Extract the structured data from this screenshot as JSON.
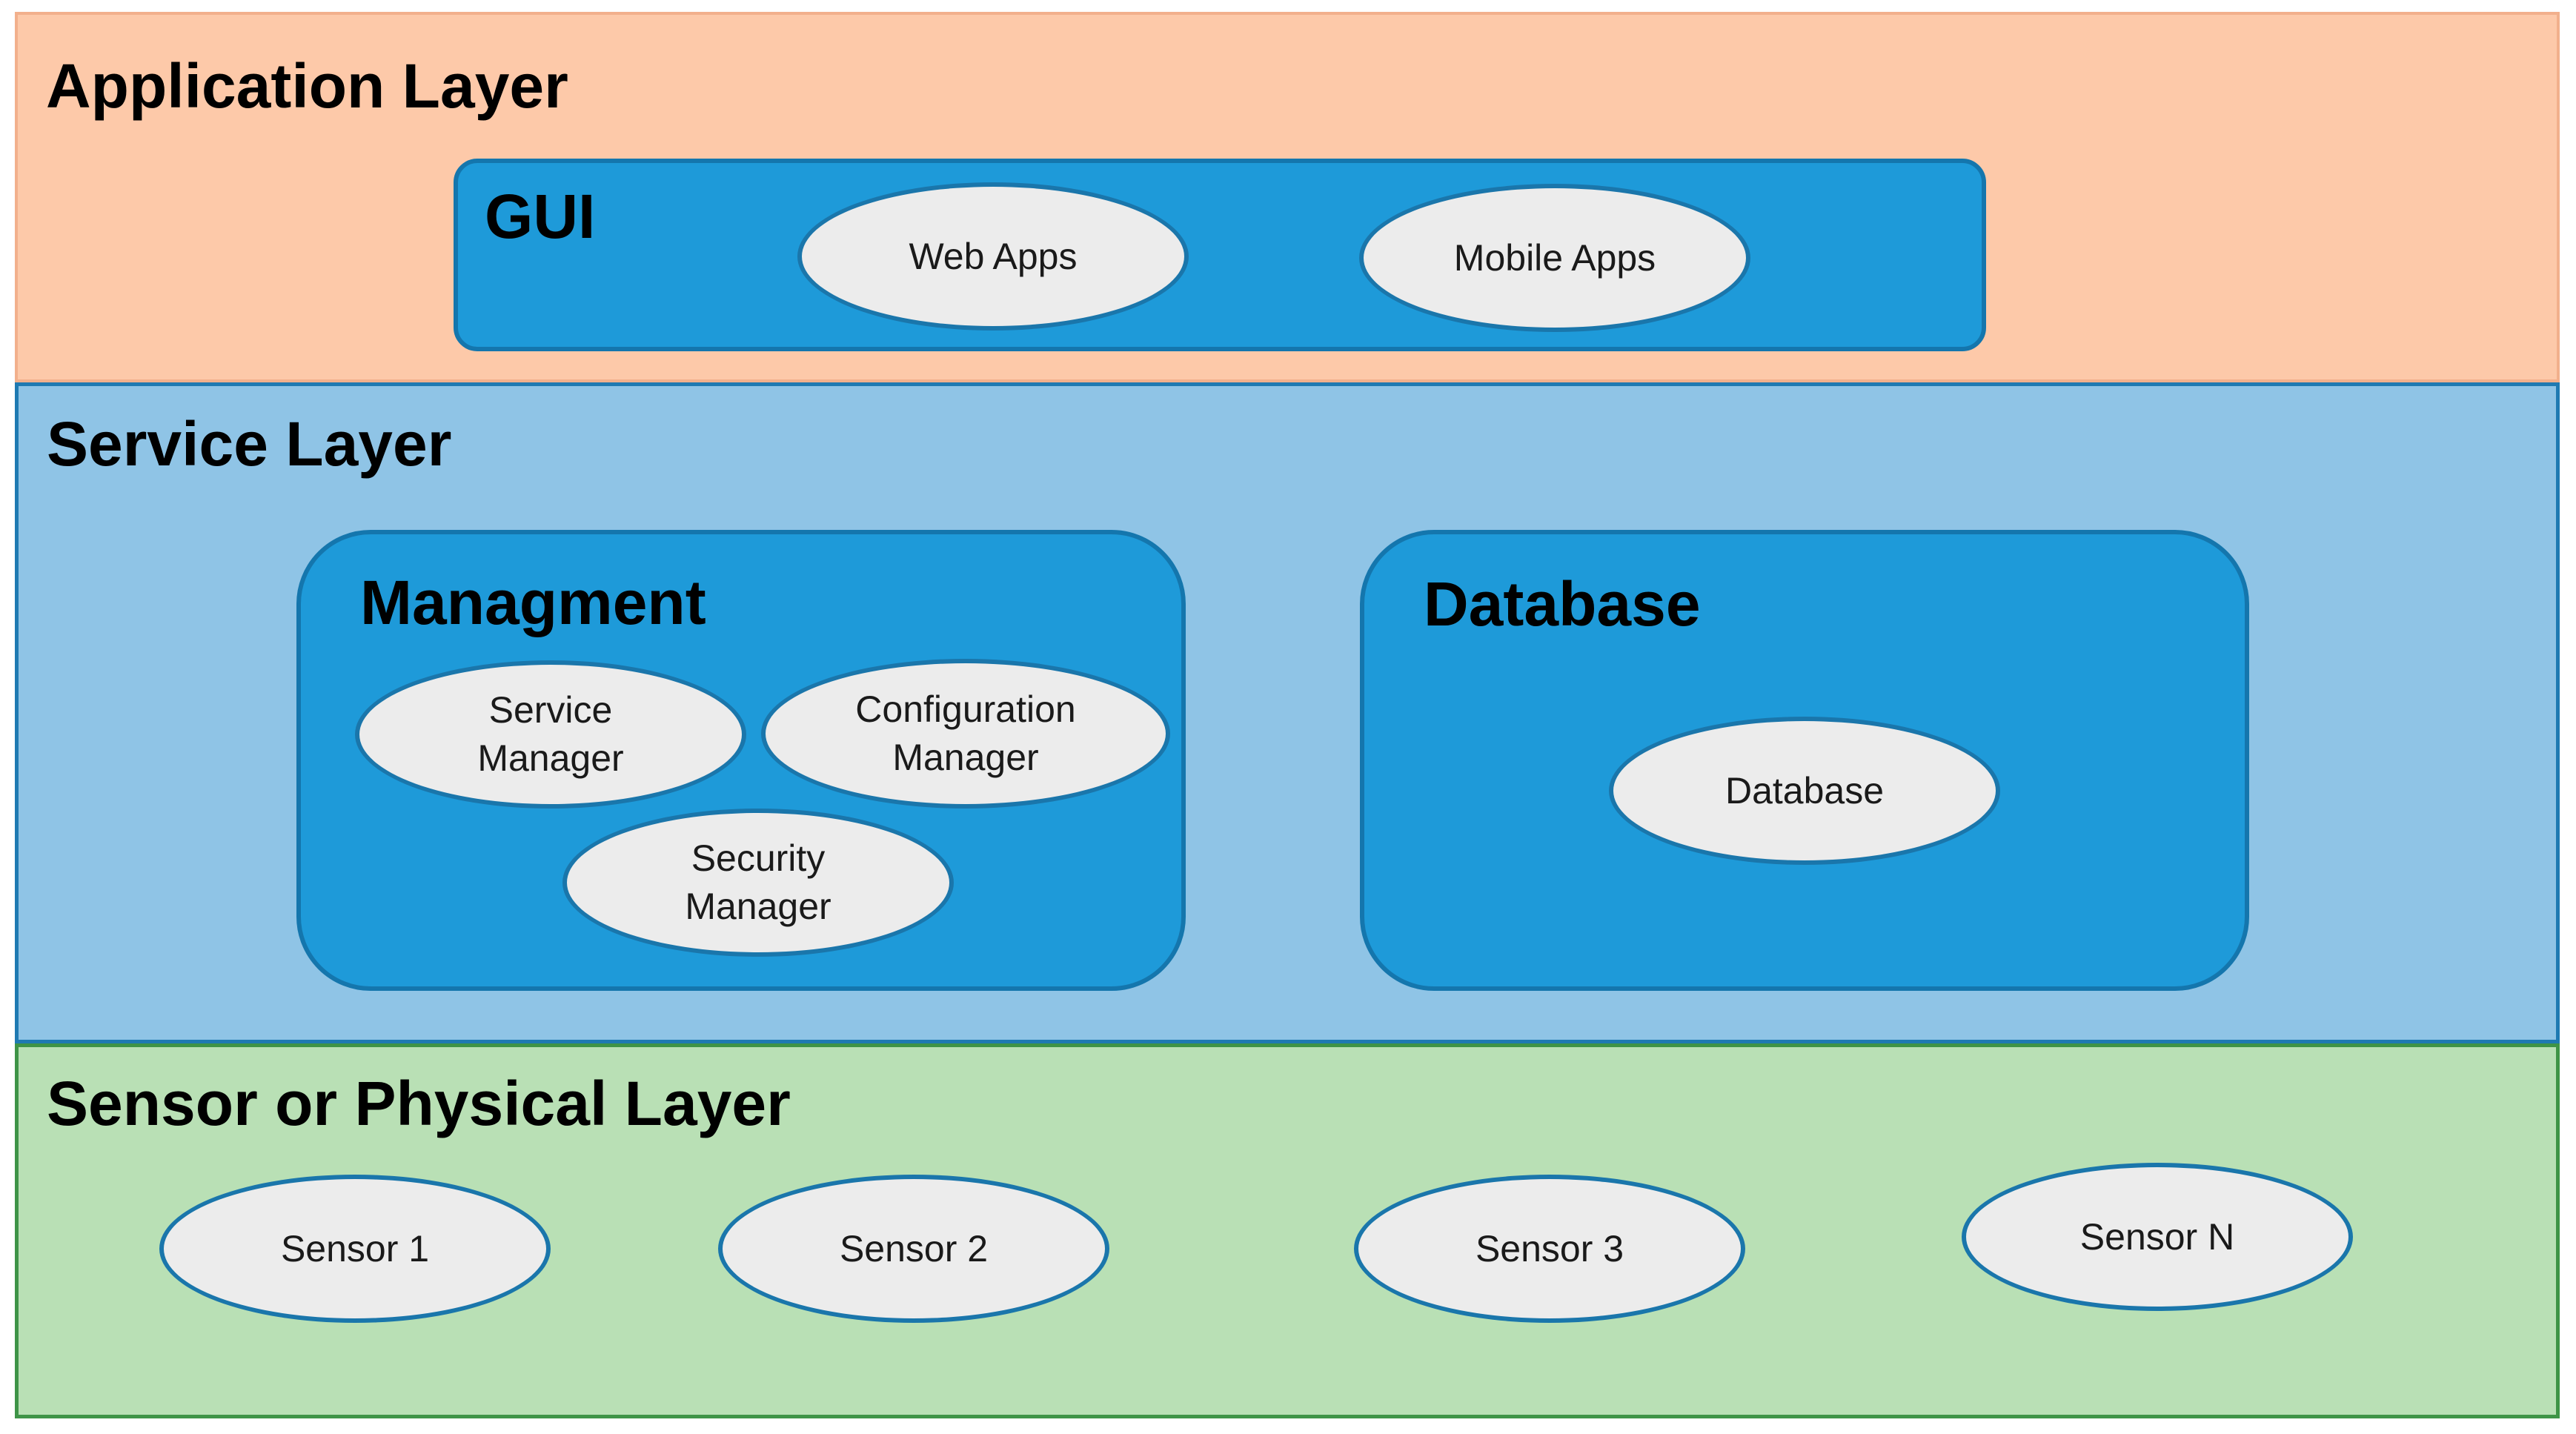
{
  "layers": {
    "application": {
      "title": "Application Layer",
      "gui": {
        "title": "GUI",
        "items": [
          "Web Apps",
          "Mobile Apps"
        ]
      }
    },
    "service": {
      "title": "Service Layer",
      "management": {
        "title": "Managment",
        "service_manager": "Service\nManager",
        "configuration_manager": "Configuration\nManager",
        "security_manager": "Security\nManager"
      },
      "database": {
        "title": "Database",
        "item": "Database"
      }
    },
    "sensor": {
      "title": "Sensor or Physical Layer",
      "sensors": [
        "Sensor 1",
        "Sensor 2",
        "Sensor 3",
        "Sensor N"
      ]
    }
  },
  "colors": {
    "application_layer": "#fdc9a9",
    "service_layer": "#8fc4e6",
    "sensor_layer": "#b9e0b5",
    "group_fill": "#1e9ad9",
    "node_fill": "#ececec",
    "node_border": "#1a76ab"
  }
}
